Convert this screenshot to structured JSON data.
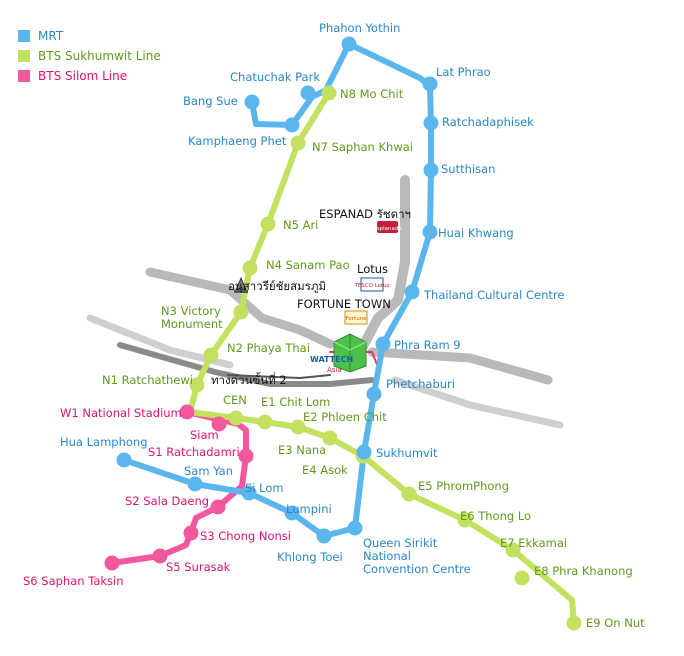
{
  "colors": {
    "mrt": "#5bb6ee",
    "sukhumvit": "#c2e25f",
    "silom": "#f3579e",
    "road": "#b9b9b9",
    "expressway": "#8a8a8a"
  },
  "legend": [
    {
      "label": "MRT",
      "color": "#5bb6ee"
    },
    {
      "label": "BTS Sukhumwit Line",
      "color": "#c2e25f"
    },
    {
      "label": "BTS Silom Line",
      "color": "#f3579e"
    }
  ],
  "mrt_stations": [
    {
      "id": "bang-sue",
      "label": "Bang Sue"
    },
    {
      "id": "kamphaeng-phet",
      "label": "Kamphaeng Phet"
    },
    {
      "id": "chatuchak-park",
      "label": "Chatuchak Park"
    },
    {
      "id": "phahon-yothin",
      "label": "Phahon Yothin"
    },
    {
      "id": "lat-phrao",
      "label": "Lat Phrao"
    },
    {
      "id": "ratchadaphisek",
      "label": "Ratchadaphisek"
    },
    {
      "id": "sutthisan",
      "label": "Sutthisan"
    },
    {
      "id": "huai-khwang",
      "label": "Huai Khwang"
    },
    {
      "id": "thailand-cultural-centre",
      "label": "Thailand Cultural Centre"
    },
    {
      "id": "phra-ram-9",
      "label": "Phra Ram 9"
    },
    {
      "id": "phetchaburi",
      "label": "Phetchaburi"
    },
    {
      "id": "sukhumvit",
      "label": "Sukhumvit"
    },
    {
      "id": "queen-sirikit",
      "label": [
        "Queen Sirikit",
        "National",
        "Convention Centre"
      ]
    },
    {
      "id": "khlong-toei",
      "label": "Khlong Toei"
    },
    {
      "id": "lumpini",
      "label": "Lumpini"
    },
    {
      "id": "si-lom",
      "label": "Si Lom"
    },
    {
      "id": "sam-yan",
      "label": "Sam Yan"
    },
    {
      "id": "hua-lamphong",
      "label": "Hua Lamphong"
    }
  ],
  "sukhumvit_stations": [
    {
      "id": "n8",
      "label": "N8 Mo Chit"
    },
    {
      "id": "n7",
      "label": "N7 Saphan Khwai"
    },
    {
      "id": "n5",
      "label": "N5 Ari"
    },
    {
      "id": "n4",
      "label": "N4 Sanam Pao"
    },
    {
      "id": "n3",
      "label": [
        "N3 Victory",
        "Monument"
      ]
    },
    {
      "id": "n2",
      "label": "N2 Phaya Thai"
    },
    {
      "id": "n1",
      "label": "N1 Ratchathewi"
    },
    {
      "id": "cen",
      "label": "CEN"
    },
    {
      "id": "e1",
      "label": "E1 Chit Lom"
    },
    {
      "id": "e2",
      "label": "E2 Phloen Chit"
    },
    {
      "id": "e3",
      "label": "E3 Nana"
    },
    {
      "id": "e4",
      "label": "E4 Asok"
    },
    {
      "id": "e5",
      "label": "E5 PhromPhong"
    },
    {
      "id": "e6",
      "label": "E6 Thong Lo"
    },
    {
      "id": "e7",
      "label": "E7 Ekkamai"
    },
    {
      "id": "e8",
      "label": "E8 Phra Khanong"
    },
    {
      "id": "e9",
      "label": "E9 On Nut"
    }
  ],
  "silom_stations": [
    {
      "id": "w1",
      "label": "W1 National Stadium"
    },
    {
      "id": "siam",
      "label": "Siam"
    },
    {
      "id": "s1",
      "label": "S1 Ratchadamri"
    },
    {
      "id": "s2",
      "label": "S2 Sala Daeng"
    },
    {
      "id": "s3",
      "label": "S3 Chong Nonsi"
    },
    {
      "id": "s5",
      "label": "S5 Surasak"
    },
    {
      "id": "s6",
      "label": "S6 Saphan Taksin"
    }
  ],
  "landmarks": {
    "victory_monument": "อนุสาวรีย์ชัยสมรภูมิ",
    "expressway": "ทางด่วนขั้นที่ 2",
    "espanad": "ESPANAD รัชดาฯ",
    "lotus": "Lotus",
    "fortune_town": "FORTUNE TOWN",
    "wattech": "WATTECH",
    "wattech_sub": "Asia",
    "tesco_logo": "TESCO Lotus",
    "espanad_logo": "Esplanade",
    "fortune_logo": "Fortune"
  }
}
